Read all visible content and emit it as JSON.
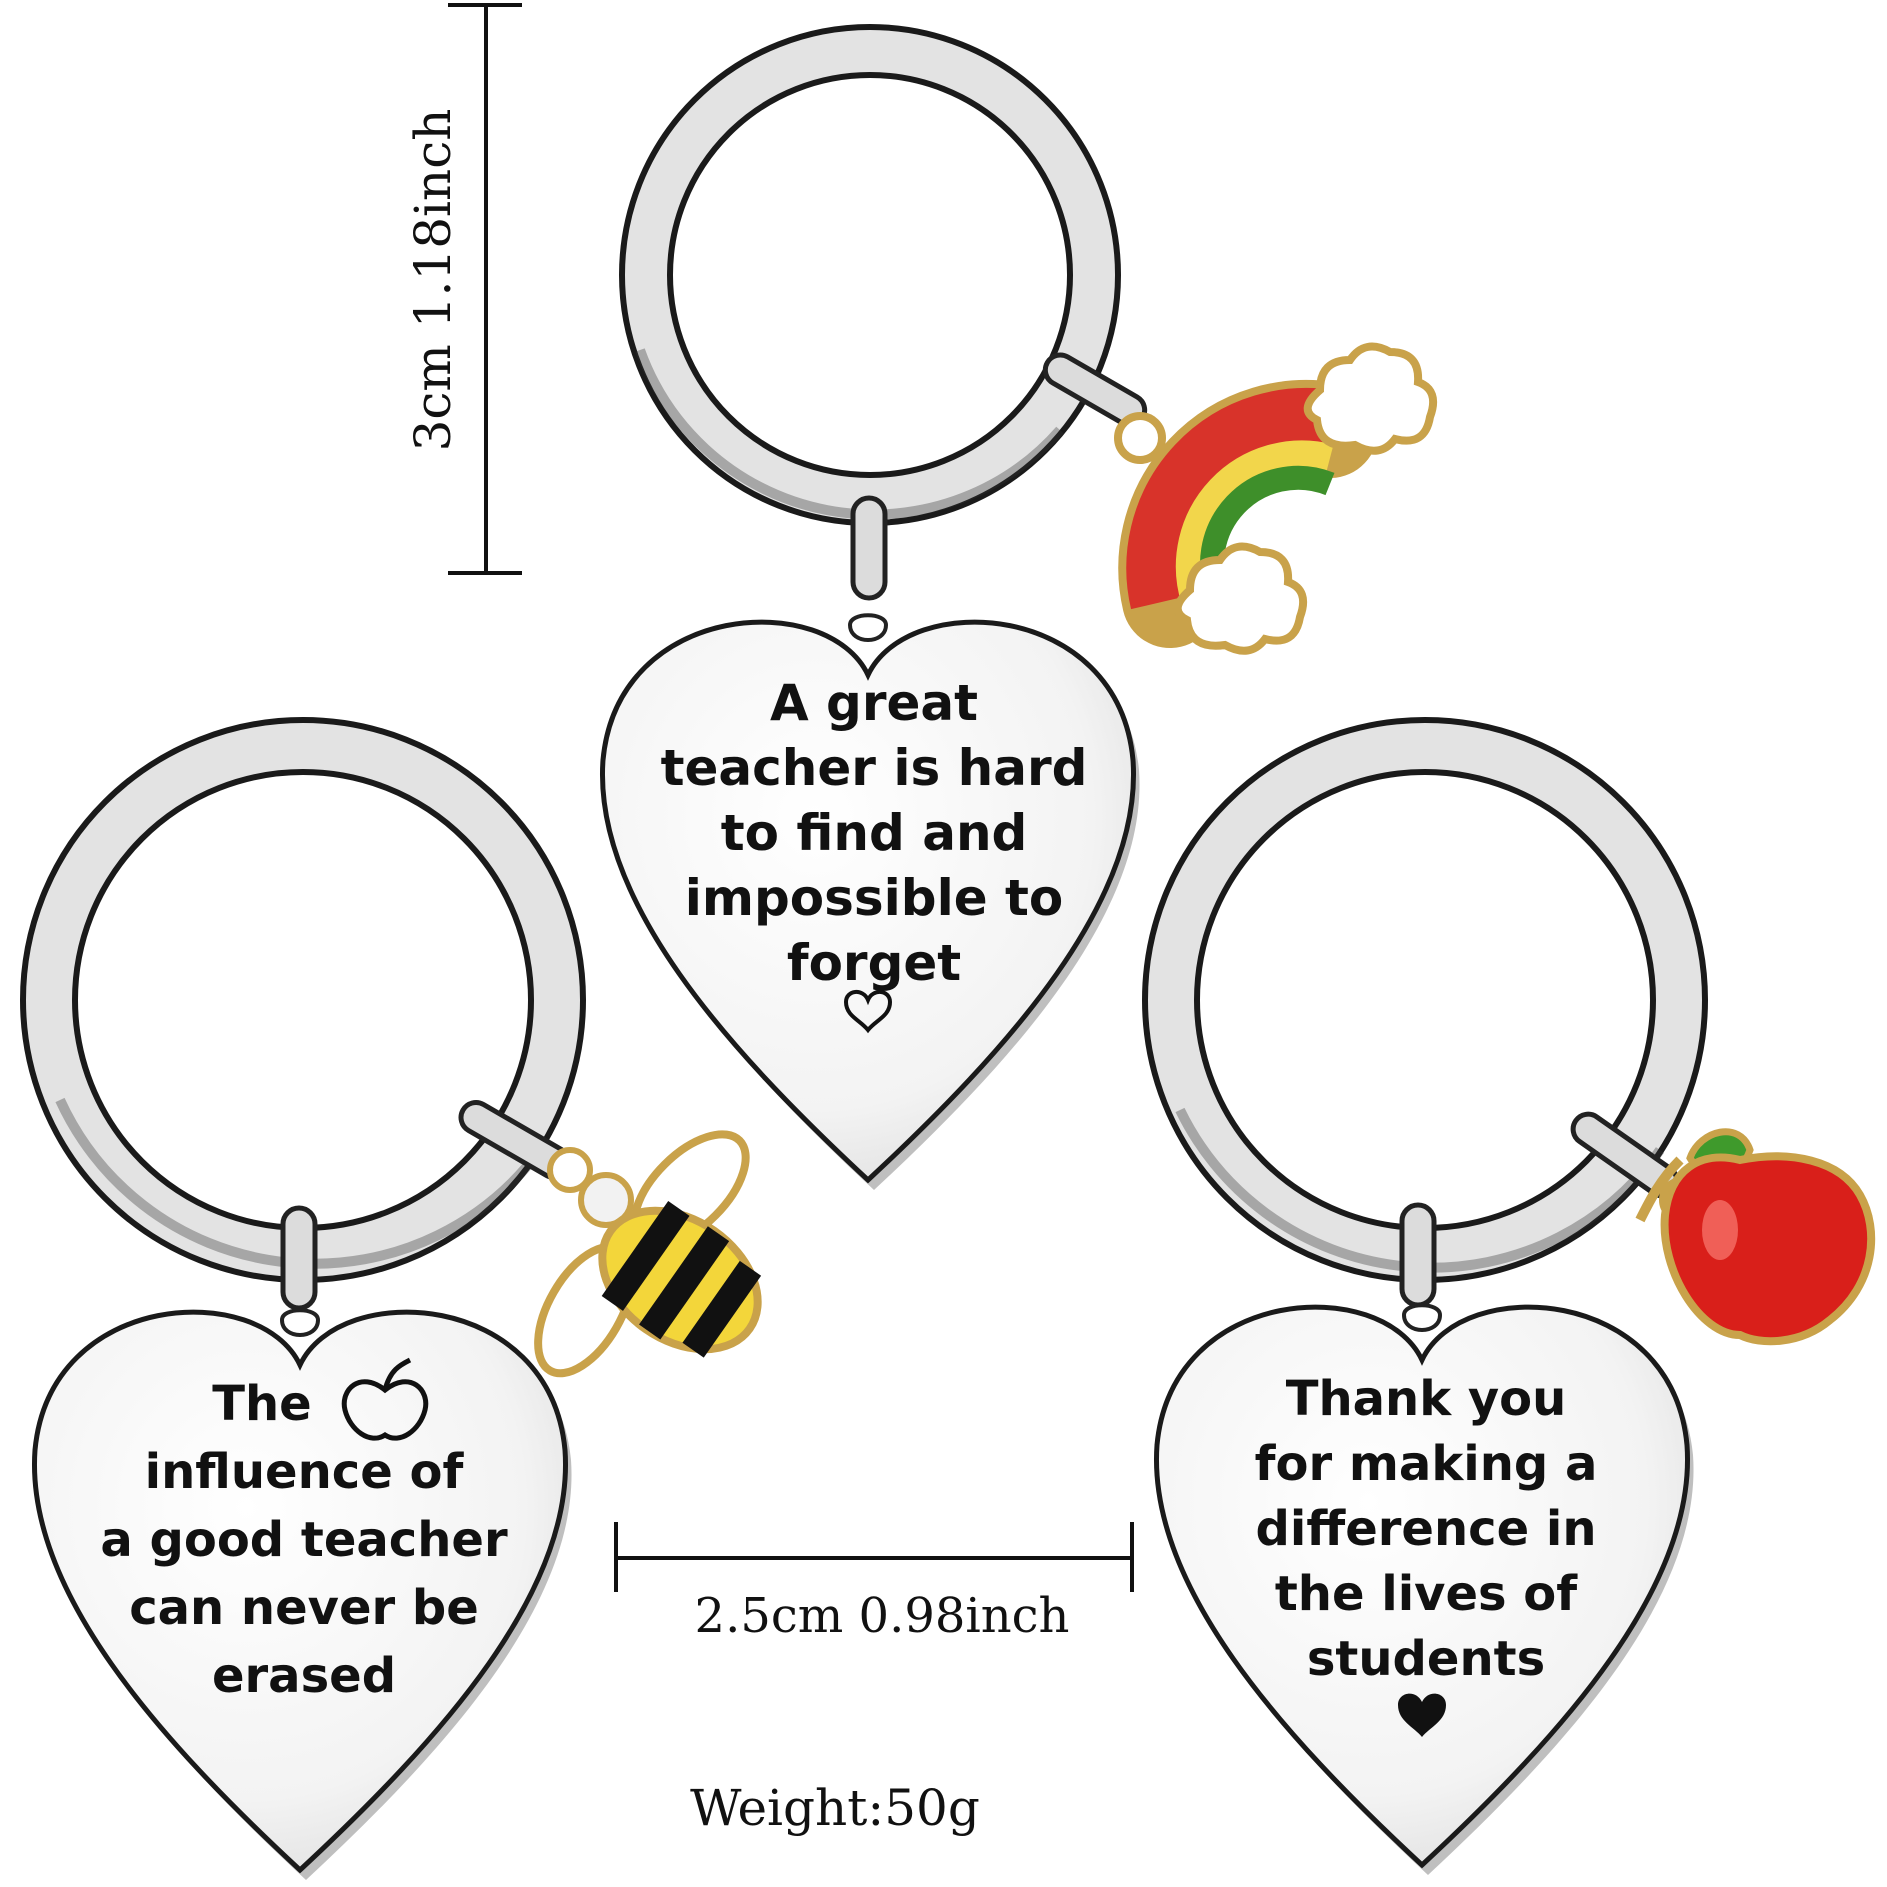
{
  "dimensions": {
    "height_label": "3cm  1.18inch",
    "width_label": "2.5cm  0.98inch",
    "weight_label": "Weight:50g"
  },
  "keychains": [
    {
      "charm": "rainbow-charm",
      "lines": [
        "A great",
        "teacher is hard",
        "to find and",
        "impossible to",
        "forget"
      ],
      "heart_mark": "outline-heart-icon"
    },
    {
      "charm": "bee-charm",
      "lines": [
        "The",
        "influence of",
        "a good teacher",
        "can never be",
        "erased"
      ],
      "apple_mark": "apple-outline-icon"
    },
    {
      "charm": "apple-charm",
      "lines": [
        "Thank you",
        "for making a",
        "difference in",
        "the lives of",
        "students"
      ],
      "heart_mark": "filled-heart-icon"
    }
  ],
  "colors": {
    "metal_ring": "#e9e9e9",
    "metal_outline": "#1a1a1a",
    "rainbow_red": "#d8332a",
    "rainbow_yellow": "#f2d64b",
    "rainbow_green": "#3e8f2a",
    "bee_yellow": "#f3d63a",
    "apple_red": "#d91f1a",
    "leaf_green": "#3f9a2c",
    "gold_trim": "#c9a24a"
  }
}
